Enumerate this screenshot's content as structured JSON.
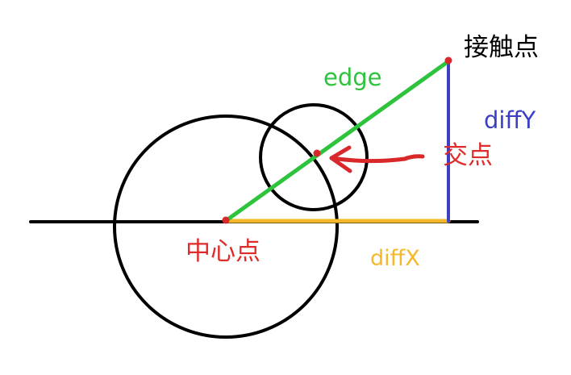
{
  "labels": {
    "edge": "edge",
    "diffY": "diffY",
    "diffX": "diffX",
    "contact_point": "接触点",
    "intersection": "交点",
    "center_point": "中心点"
  },
  "colors": {
    "background": "#ffffff",
    "outline": "#000000",
    "edge": "#2ec33d",
    "diffY": "#3b3fc4",
    "diffX": "#f5b82a",
    "point": "#d8282a",
    "label_red": "#e02b2b"
  },
  "icons": {
    "pointer_arrow": "arrow-left-icon"
  }
}
